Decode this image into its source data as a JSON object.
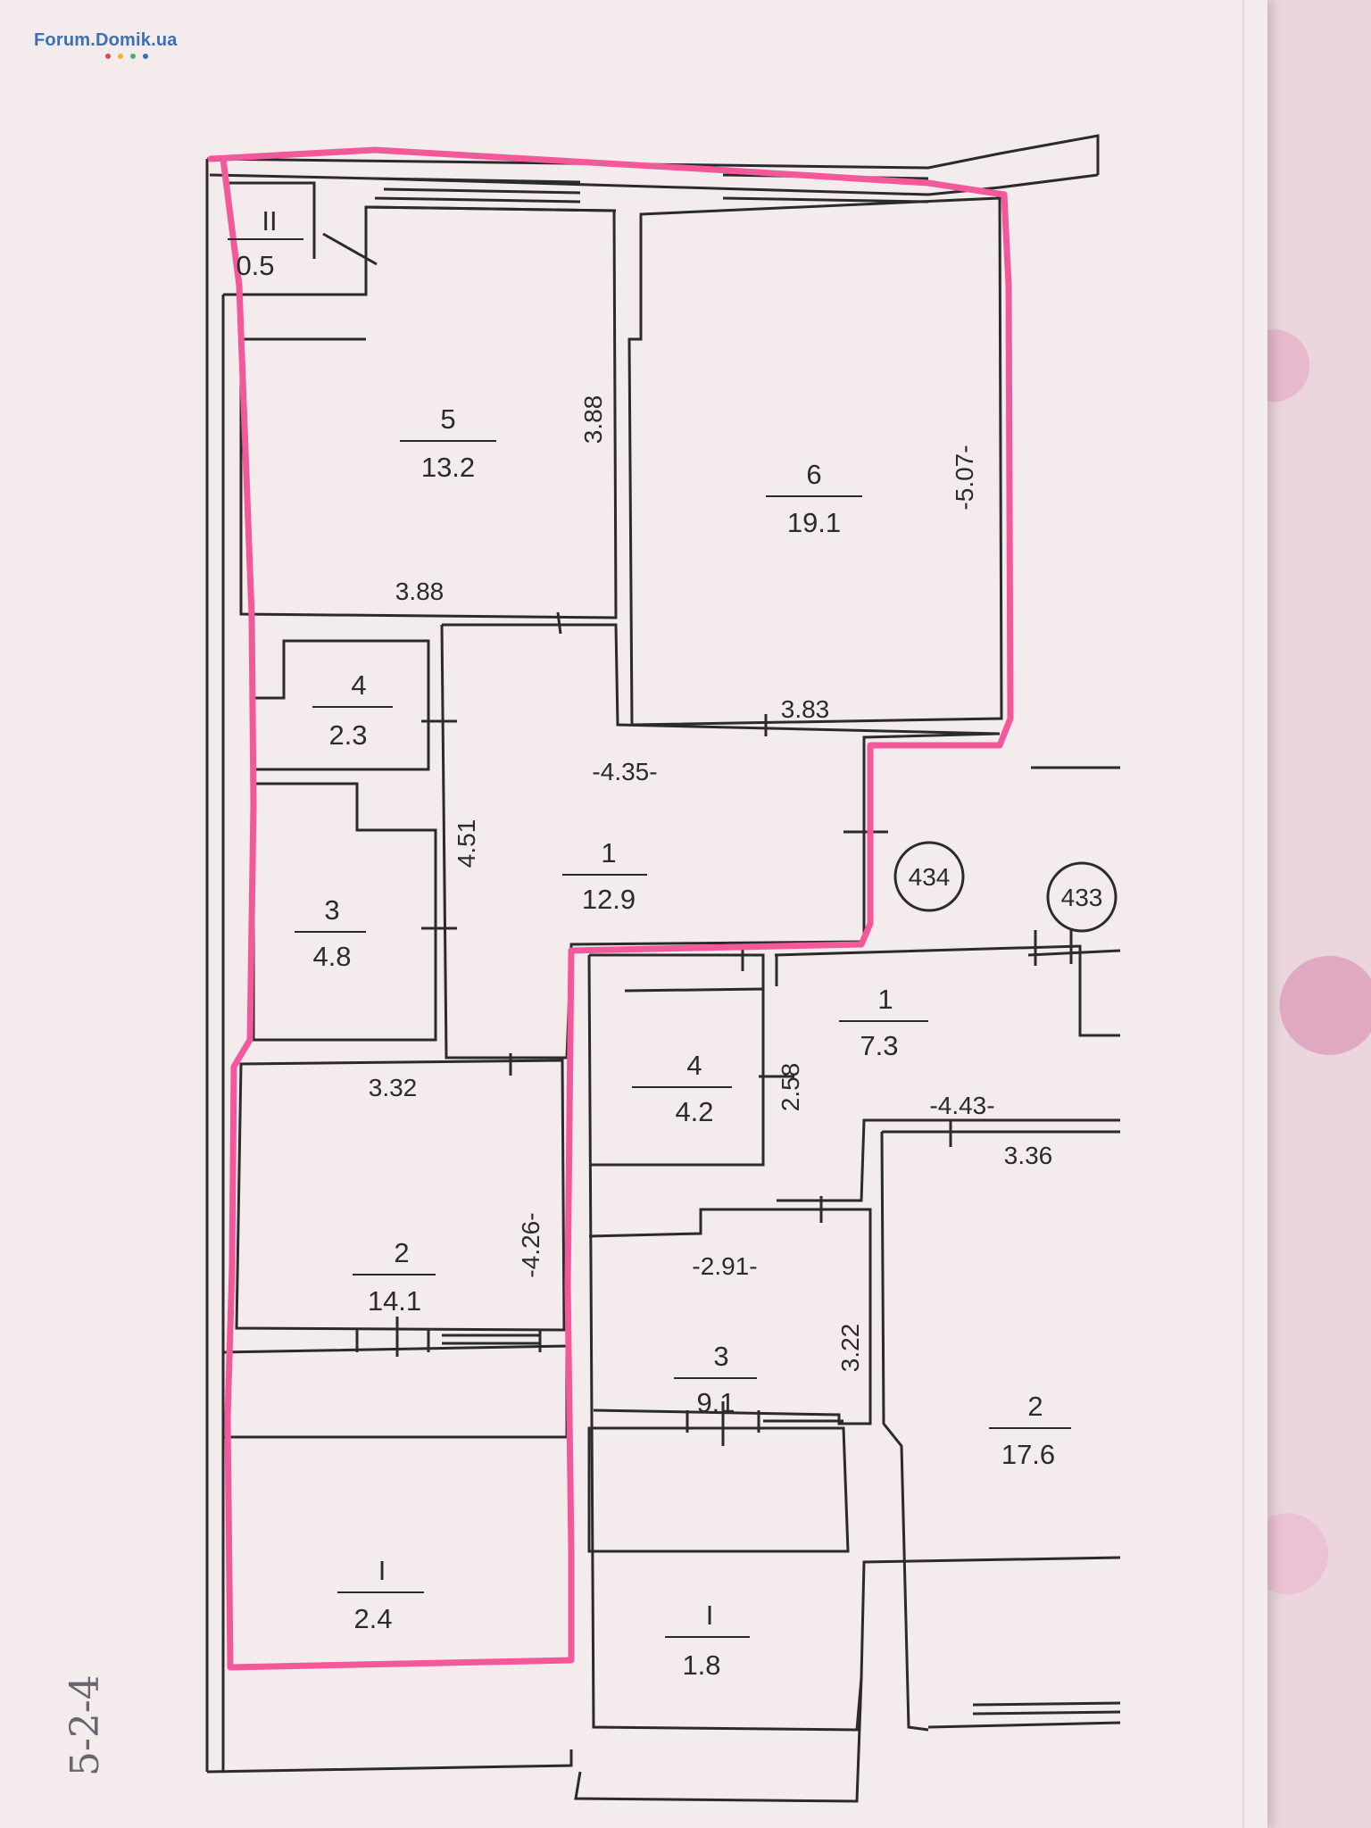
{
  "watermark": {
    "text": "Forum.Domik.ua",
    "color": "#3b6fb6",
    "dots": [
      "#e54b4b",
      "#f2b035",
      "#4bb35a",
      "#3b6fb6"
    ]
  },
  "handwritten_note": "5-2-4",
  "colors": {
    "wall": "#2b2b2b",
    "highlight": "#f2589a",
    "paper": "#f3ebec"
  },
  "apartment_434": {
    "number": "434",
    "rooms": [
      {
        "num": "II",
        "area": "0.5"
      },
      {
        "num": "5",
        "area": "13.2"
      },
      {
        "num": "6",
        "area": "19.1"
      },
      {
        "num": "4",
        "area": "2.3"
      },
      {
        "num": "3",
        "area": "4.8"
      },
      {
        "num": "1",
        "area": "12.9"
      },
      {
        "num": "2",
        "area": "14.1"
      },
      {
        "num": "I",
        "area": "2.4"
      }
    ],
    "dimensions": [
      "3.88",
      "3.88",
      "-5.07-",
      "3.83",
      "-4.35-",
      "4.51",
      "3.32",
      "-4.26-"
    ]
  },
  "apartment_433": {
    "number": "433",
    "rooms": [
      {
        "num": "1",
        "area": "7.3"
      },
      {
        "num": "4",
        "area": "4.2"
      },
      {
        "num": "3",
        "area": "9.1"
      },
      {
        "num": "2",
        "area": "17.6"
      },
      {
        "num": "I",
        "area": "1.8"
      }
    ],
    "dimensions": [
      "2.58",
      "-4.43-",
      "3.36",
      "-2.91-",
      "3.22"
    ]
  }
}
